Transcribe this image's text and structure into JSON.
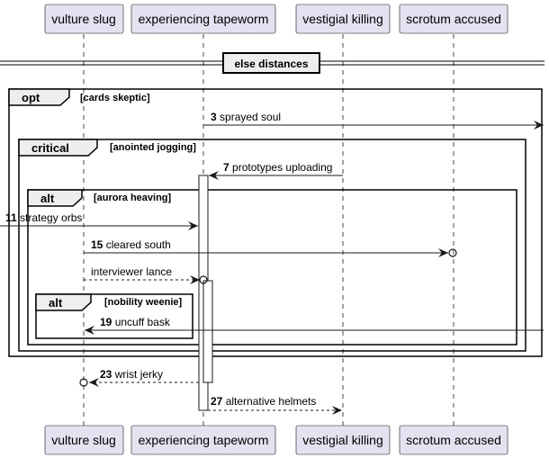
{
  "participants": [
    "vulture slug",
    "experiencing tapeworm",
    "vestigial killing",
    "scrotum accused"
  ],
  "divider": "else distances",
  "frames": {
    "opt": {
      "keyword": "opt",
      "guard": "[cards skeptic]"
    },
    "critical": {
      "keyword": "critical",
      "guard": "[anointed jogging]"
    },
    "alt_outer": {
      "keyword": "alt",
      "guard": "[aurora heaving]"
    },
    "alt_inner": {
      "keyword": "alt",
      "guard": "[nobility weenie]"
    }
  },
  "messages": [
    {
      "num": "3",
      "text": "sprayed soul"
    },
    {
      "num": "7",
      "text": "prototypes uploading"
    },
    {
      "num": "11",
      "text": "strategy orbs"
    },
    {
      "num": "15",
      "text": "cleared south"
    },
    {
      "num": "",
      "text": "interviewer lance"
    },
    {
      "num": "19",
      "text": "uncuff bask"
    },
    {
      "num": "23",
      "text": "wrist jerky"
    },
    {
      "num": "27",
      "text": "alternative helmets"
    }
  ]
}
